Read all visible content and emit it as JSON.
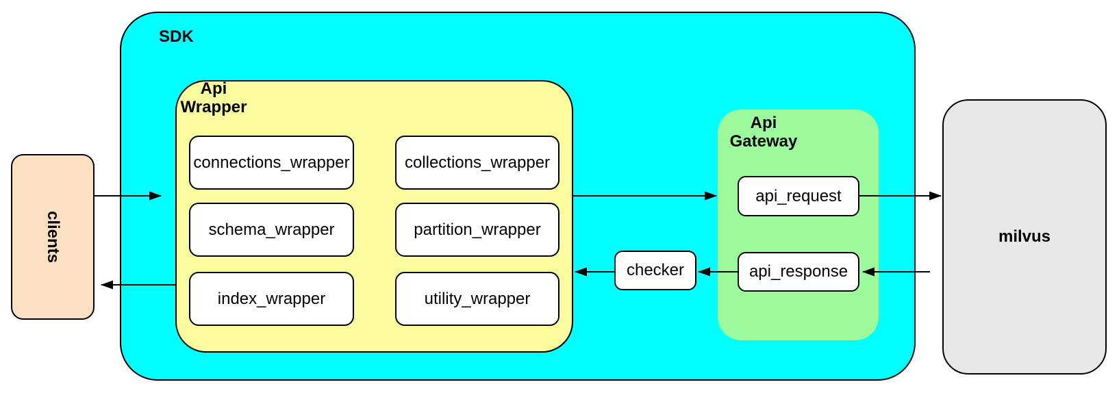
{
  "nodes": {
    "clients": {
      "label": "clients"
    },
    "sdk": {
      "label": "SDK"
    },
    "api_wrapper": {
      "label": "Api Wrapper",
      "modules": [
        "connections_wrapper",
        "collections_wrapper",
        "schema_wrapper",
        "partition_wrapper",
        "index_wrapper",
        "utility_wrapper"
      ]
    },
    "checker": {
      "label": "checker"
    },
    "api_gateway": {
      "label": "Api Gateway",
      "modules": [
        "api_request",
        "api_response"
      ]
    },
    "milvus": {
      "label": "milvus"
    }
  },
  "edges": [
    {
      "from": "clients",
      "to": "sdk"
    },
    {
      "from": "api_wrapper",
      "to": "clients"
    },
    {
      "from": "api_wrapper",
      "to": "api_gateway"
    },
    {
      "from": "api_request",
      "to": "milvus"
    },
    {
      "from": "milvus",
      "to": "api_response"
    },
    {
      "from": "api_response",
      "to": "checker"
    },
    {
      "from": "checker",
      "to": "api_wrapper"
    }
  ],
  "colors": {
    "sdk_fill": "#00FFFF",
    "api_wrapper_fill": "#FAFA9E",
    "api_gateway_fill": "#9CFA9C",
    "clients_fill": "#FCE0C2",
    "milvus_fill": "#E8E8E8",
    "module_fill": "#FFFFFF",
    "outline": "#000000"
  }
}
